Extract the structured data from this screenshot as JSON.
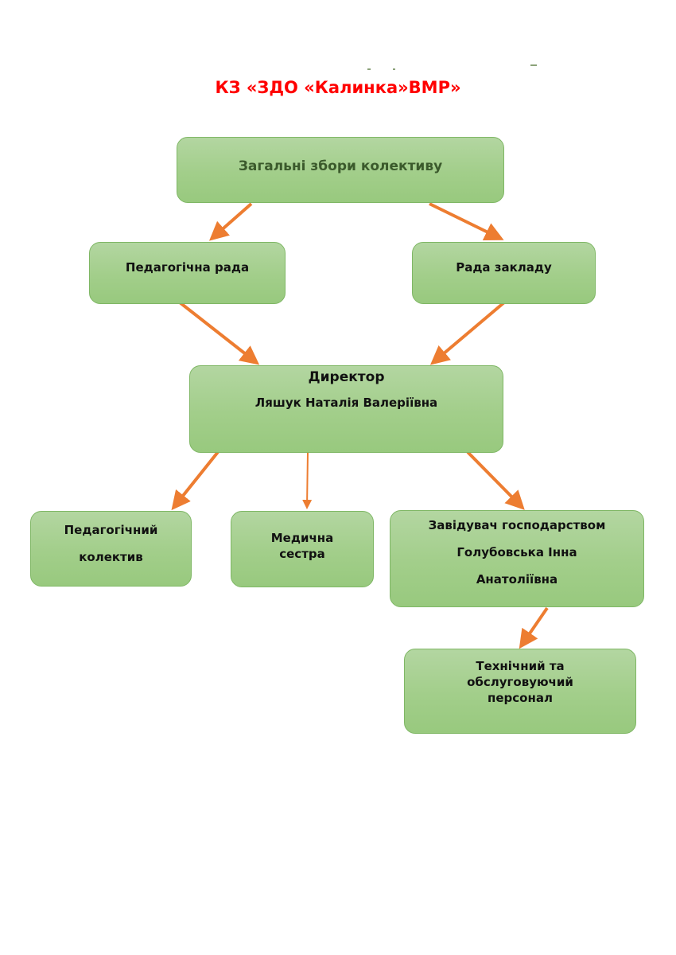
{
  "title": "КЗ «ЗДО «Калинка»ВМР»",
  "colors": {
    "title": "#ff0000",
    "box_fill": "#a8d08d",
    "box_border": "#7fb765",
    "arrow": "#ed7d31"
  },
  "nodes": {
    "general_meeting": {
      "lines": [
        "Загальні збори колективу"
      ]
    },
    "pedagogical_council": {
      "lines": [
        "Педагогічна рада"
      ]
    },
    "institution_council": {
      "lines": [
        "Рада закладу"
      ]
    },
    "director": {
      "lines": [
        "Директор",
        "Ляшук Наталія Валеріївна"
      ]
    },
    "pedagogical_staff": {
      "lines": [
        "Педагогічний",
        "колектив"
      ]
    },
    "nurse": {
      "lines": [
        "Медична",
        "сестра"
      ]
    },
    "housekeeper": {
      "lines": [
        "Завідувач господарством",
        "Голубовська Інна",
        "Анатоліївна"
      ]
    },
    "technical_staff": {
      "lines": [
        "Технічний та",
        "обслуговуючий",
        "персонал"
      ]
    }
  },
  "edges": [
    {
      "from": "general_meeting",
      "to": "pedagogical_council"
    },
    {
      "from": "general_meeting",
      "to": "institution_council"
    },
    {
      "from": "pedagogical_council",
      "to": "director"
    },
    {
      "from": "institution_council",
      "to": "director"
    },
    {
      "from": "director",
      "to": "pedagogical_staff"
    },
    {
      "from": "director",
      "to": "nurse"
    },
    {
      "from": "director",
      "to": "housekeeper"
    },
    {
      "from": "housekeeper",
      "to": "technical_staff"
    }
  ]
}
